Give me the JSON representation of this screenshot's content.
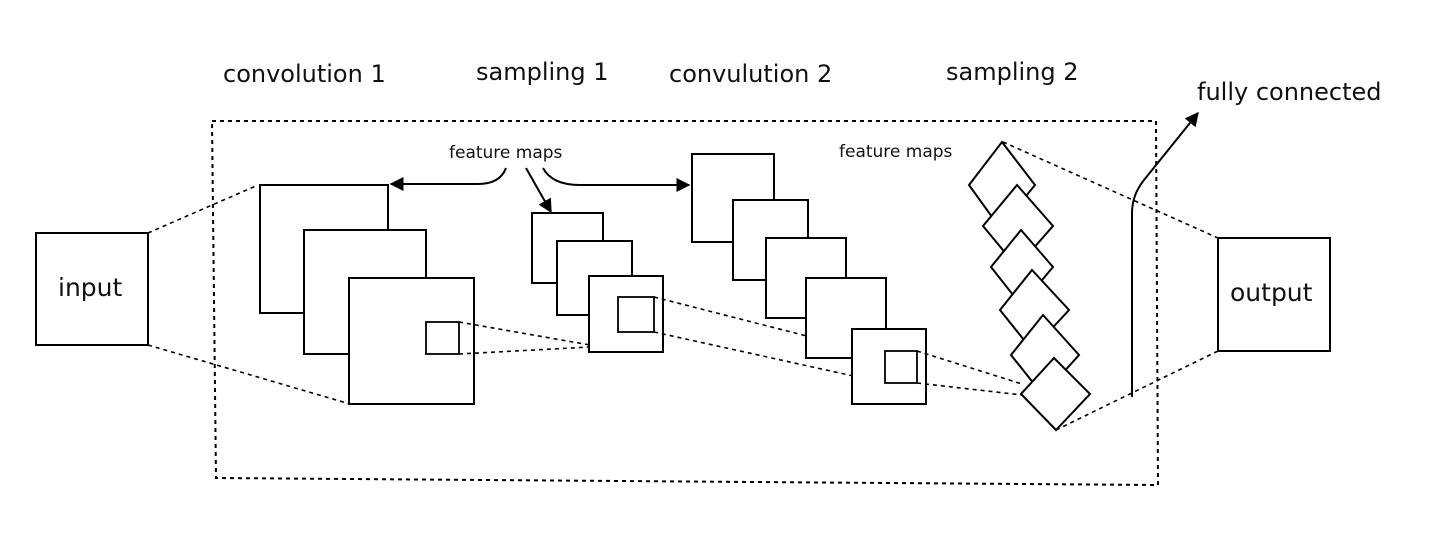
{
  "stages": {
    "convolution1": "convolution 1",
    "sampling1": "sampling 1",
    "convolution2": "convulution 2",
    "sampling2": "sampling 2",
    "fully_connected": "fully connected"
  },
  "boxes": {
    "input": "input",
    "output": "output"
  },
  "annotations": {
    "feature_maps_1": "feature maps",
    "feature_maps_2": "feature maps"
  }
}
